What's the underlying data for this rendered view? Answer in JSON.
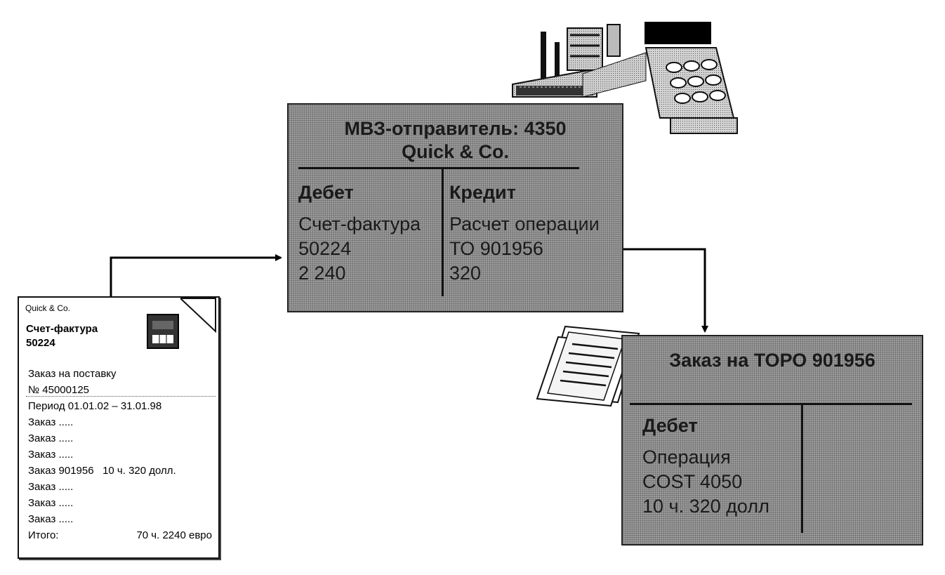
{
  "sender_account": {
    "title_line1": "МВЗ-отправитель: 4350",
    "title_line2": "Quick & Co.",
    "debit": {
      "heading": "Дебет",
      "lines": [
        "Счет-фактура",
        "50224",
        "2 240"
      ]
    },
    "credit": {
      "heading": "Кредит",
      "lines": [
        "Расчет операции",
        "ТО 901956",
        "320"
      ]
    }
  },
  "order_account": {
    "title": "Заказ на ТОРО 901956",
    "debit": {
      "heading": "Дебет",
      "lines": [
        "Операция",
        "COST 4050",
        "10 ч. 320 долл"
      ]
    }
  },
  "invoice": {
    "company": "Quick & Co.",
    "doc_title": "Счет-фактура",
    "doc_number": "50224",
    "lines": [
      "Заказ на поставку",
      "№ 45000125",
      "Период 01.01.02 – 31.01.98",
      "Заказ .....",
      "Заказ .....",
      "Заказ .....",
      "Заказ 901956   10 ч. 320 долл.",
      "Заказ .....",
      "Заказ .....",
      "Заказ ....."
    ],
    "total_label": "Итого:",
    "total_value": "70 ч. 2240 евро"
  },
  "icons": {
    "factory": "factory-icon",
    "cash_register": "cash-register-icon",
    "documents": "documents-icon",
    "invoice_stamp": "invoice-stamp-icon"
  }
}
